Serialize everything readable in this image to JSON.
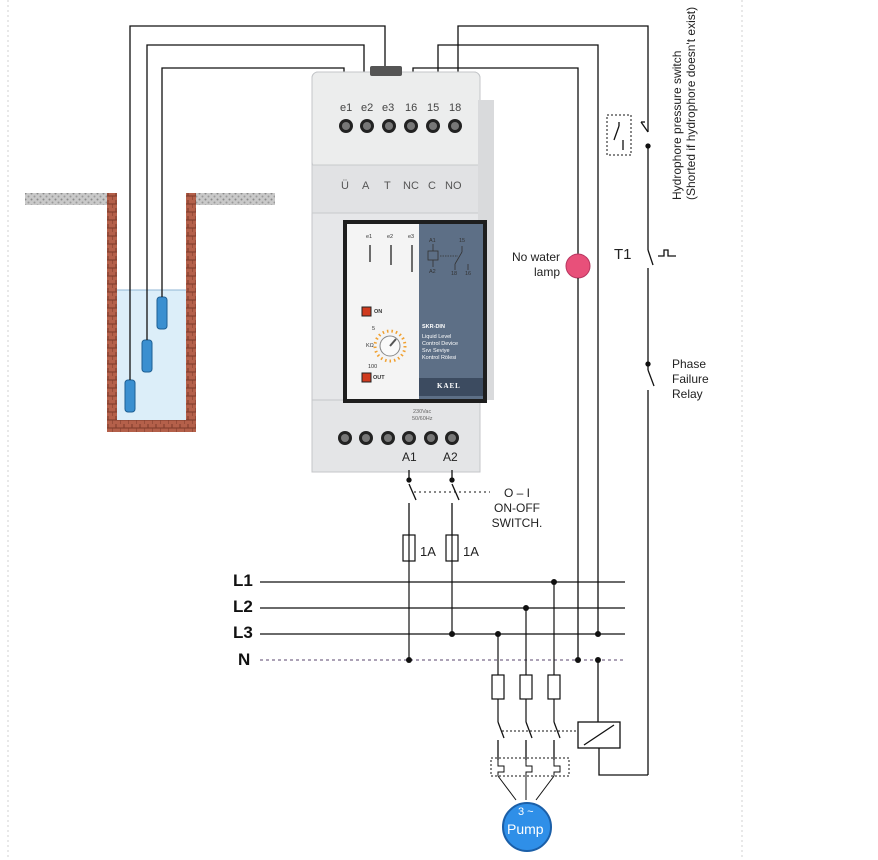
{
  "colors": {
    "wire": "#111111",
    "neutral": "#7a6a8a",
    "lamp": "#e8507a",
    "pump": "#2f8fe8",
    "wall": "#a0503c",
    "probe": "#3a8fd0",
    "panel": "#5d6f86"
  },
  "relay": {
    "top_terminals": [
      "e1",
      "e2",
      "e3",
      "16",
      "15",
      "18"
    ],
    "front_labels": [
      "Ü",
      "A",
      "T",
      "NC",
      "C",
      "NO"
    ],
    "probe_labels": [
      "e1",
      "e2",
      "e3"
    ],
    "contact_labels": {
      "a1": "A1",
      "a2": "A2",
      "c15": "15",
      "c18": "18",
      "c16": "16"
    },
    "on_label": "ON",
    "out_label": "OUT",
    "dial_min": "5",
    "dial_max": "100",
    "dial_unit": "KΩ",
    "model": "SKR-DIN",
    "desc_lines": [
      "Liquid Level",
      "Control Device",
      "Sıvı Seviye",
      "Kontrol Rölesi"
    ],
    "brand": "KAEL",
    "supply_lines": [
      "230Vac",
      "50/60Hz"
    ],
    "bottom_terminals": [
      "A1",
      "A2"
    ]
  },
  "labels": {
    "no_water_lamp": [
      "No water",
      "lamp"
    ],
    "t1": "T1",
    "phase_failure": [
      "Phase",
      "Failure",
      "Relay"
    ],
    "hydrophore": [
      "Hydrophore pressure switch",
      "(Shorted if hydrophore doesn't exist)"
    ],
    "switch": [
      "O – I",
      "ON-OFF",
      "SWITCH."
    ],
    "fuse_left": "1A",
    "fuse_right": "1A",
    "pump_phase": "3 ~",
    "pump": "Pump"
  },
  "buses": [
    "L1",
    "L2",
    "L3",
    "N"
  ]
}
